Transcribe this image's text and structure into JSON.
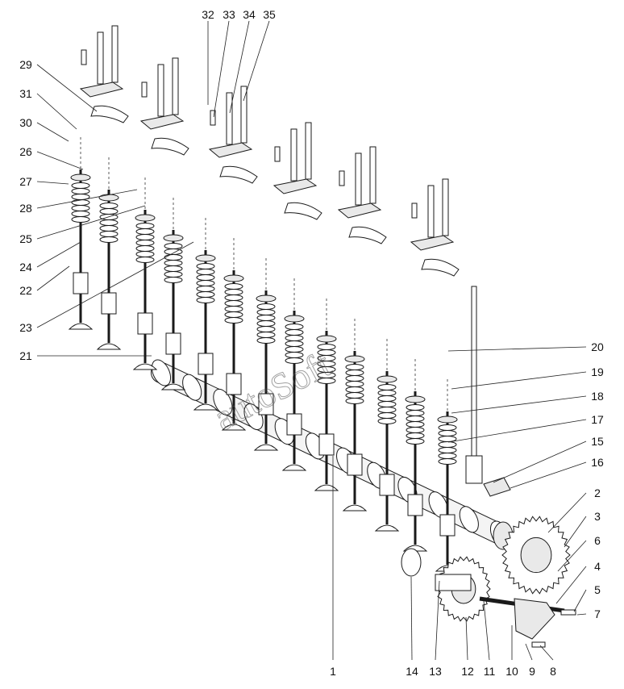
{
  "diagram": {
    "watermark": "autoSoft",
    "callouts": [
      {
        "id": "1",
        "text": "1"
      },
      {
        "id": "2",
        "text": "2"
      },
      {
        "id": "3",
        "text": "3"
      },
      {
        "id": "4",
        "text": "4"
      },
      {
        "id": "5",
        "text": "5"
      },
      {
        "id": "6",
        "text": "6"
      },
      {
        "id": "7",
        "text": "7"
      },
      {
        "id": "8",
        "text": "8"
      },
      {
        "id": "9",
        "text": "9"
      },
      {
        "id": "10",
        "text": "10"
      },
      {
        "id": "11",
        "text": "11"
      },
      {
        "id": "12",
        "text": "12"
      },
      {
        "id": "13",
        "text": "13"
      },
      {
        "id": "14",
        "text": "14"
      },
      {
        "id": "15",
        "text": "15"
      },
      {
        "id": "16",
        "text": "16"
      },
      {
        "id": "17",
        "text": "17"
      },
      {
        "id": "18",
        "text": "18"
      },
      {
        "id": "19",
        "text": "19"
      },
      {
        "id": "20",
        "text": "20"
      },
      {
        "id": "21",
        "text": "21"
      },
      {
        "id": "22",
        "text": "22"
      },
      {
        "id": "23",
        "text": "23"
      },
      {
        "id": "24",
        "text": "24"
      },
      {
        "id": "25",
        "text": "25"
      },
      {
        "id": "26",
        "text": "26"
      },
      {
        "id": "27",
        "text": "27"
      },
      {
        "id": "28",
        "text": "28"
      },
      {
        "id": "29",
        "text": "29"
      },
      {
        "id": "30",
        "text": "30"
      },
      {
        "id": "31",
        "text": "31"
      },
      {
        "id": "32",
        "text": "32"
      },
      {
        "id": "33",
        "text": "33"
      },
      {
        "id": "34",
        "text": "34"
      },
      {
        "id": "35",
        "text": "35"
      }
    ]
  }
}
